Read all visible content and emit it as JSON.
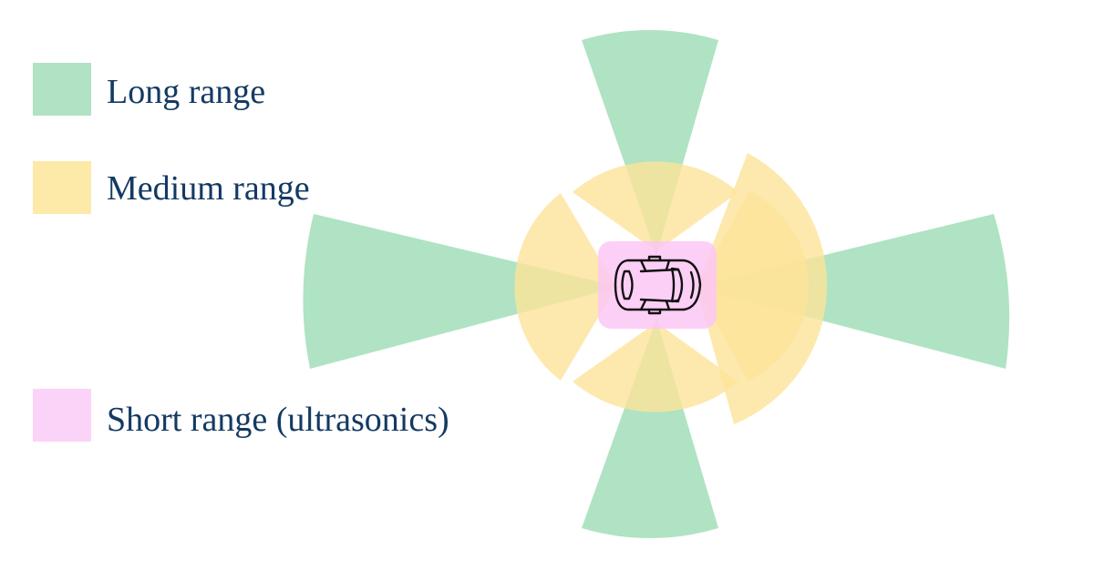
{
  "colors": {
    "long": "#9bdcb4",
    "medium": "#fde49a",
    "short": "#fbc7f6",
    "label_text": "#143a63",
    "car_outline": "#111111"
  },
  "legend": {
    "long_label": "Long range",
    "medium_label": "Medium range",
    "short_label": "Short range (ultrasonics)"
  },
  "icons": {
    "car": "car-top-view-icon"
  }
}
